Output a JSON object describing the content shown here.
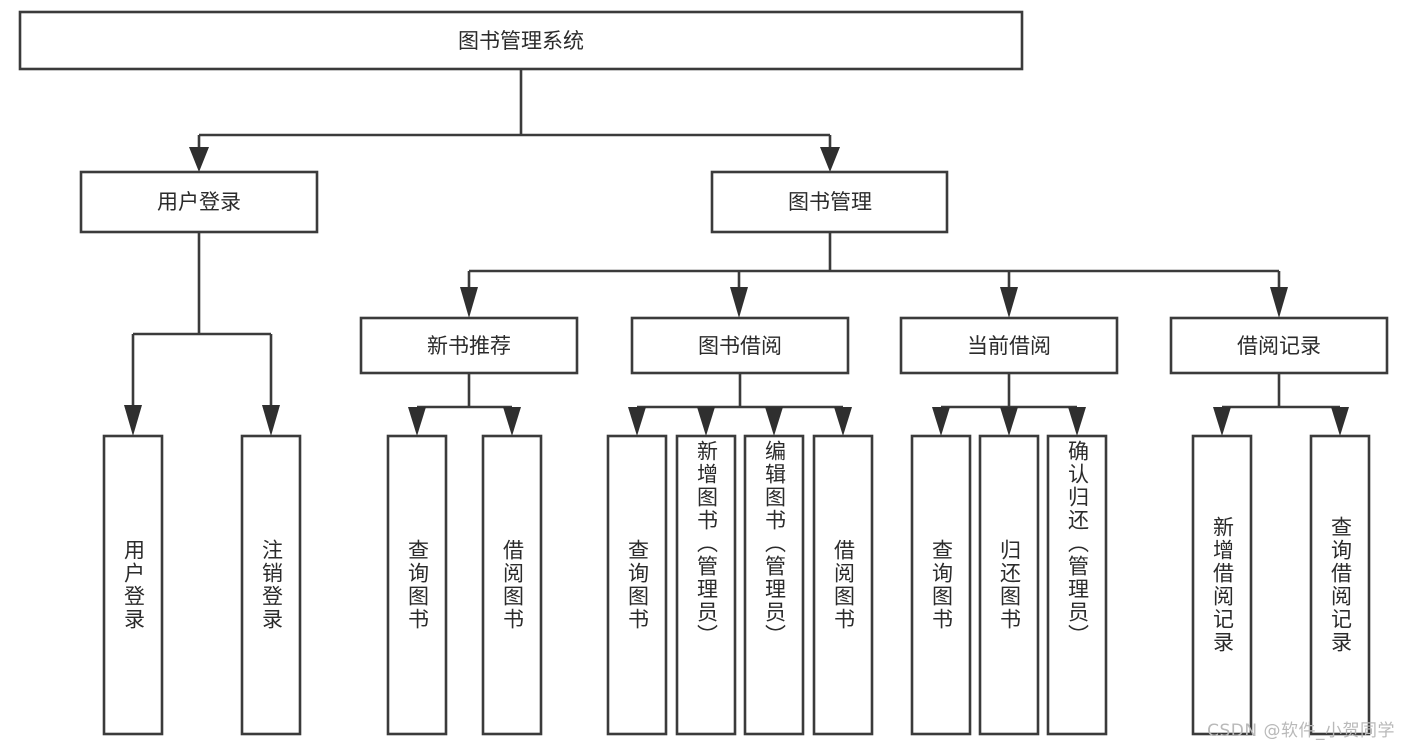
{
  "diagram": {
    "type": "hierarchy-tree",
    "title": "图书管理系统",
    "orientation": "top-down",
    "watermark": "CSDN @软件_小贺同学",
    "colors": {
      "box_stroke": "#3b3b3b",
      "box_fill": "#ffffff",
      "connector": "#3b3b3b",
      "text": "#2b2b2b",
      "watermark": "#b9b9b9",
      "background": "#ffffff"
    },
    "root": {
      "label": "图书管理系统"
    },
    "level1": [
      {
        "label": "用户登录"
      },
      {
        "label": "图书管理"
      }
    ],
    "level2": [
      {
        "label": "新书推荐"
      },
      {
        "label": "图书借阅"
      },
      {
        "label": "当前借阅"
      },
      {
        "label": "借阅记录"
      }
    ],
    "leaves": {
      "user_login": [
        {
          "label": "用户登录"
        },
        {
          "label": "注销登录"
        }
      ],
      "new_book_recommend": [
        {
          "label": "查询图书"
        },
        {
          "label": "借阅图书"
        }
      ],
      "book_borrow": [
        {
          "label": "查询图书"
        },
        {
          "label": "新增图书（管理员）"
        },
        {
          "label": "编辑图书（管理员）"
        },
        {
          "label": "借阅图书"
        }
      ],
      "current_borrow": [
        {
          "label": "查询图书"
        },
        {
          "label": "归还图书"
        },
        {
          "label": "确认归还（管理员）"
        }
      ],
      "borrow_record": [
        {
          "label": "新增借阅记录"
        },
        {
          "label": "查询借阅记录"
        }
      ]
    }
  }
}
